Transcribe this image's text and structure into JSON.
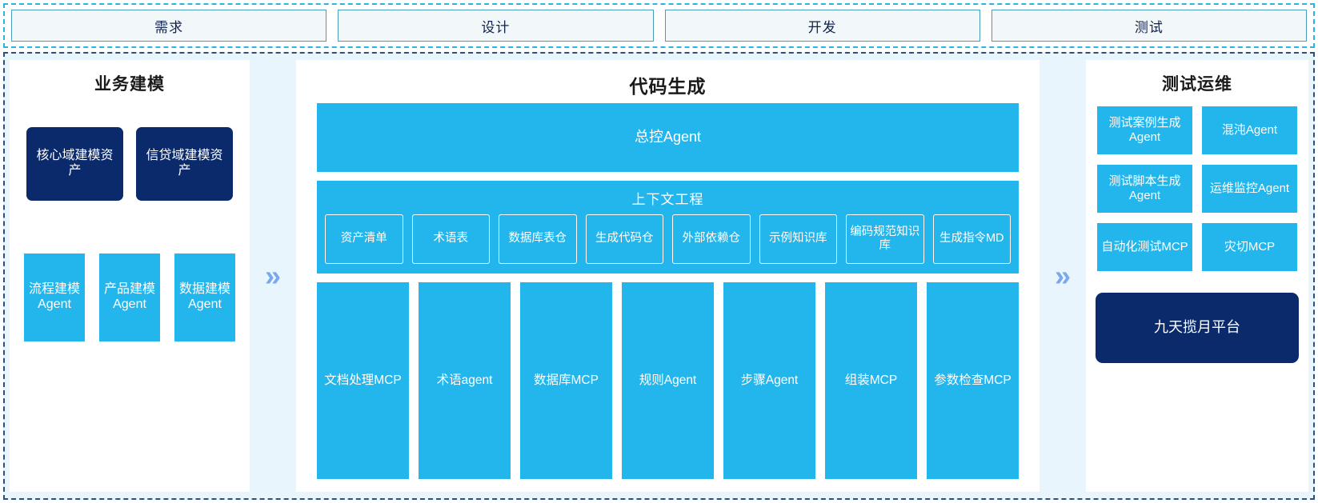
{
  "phase_bar": {
    "phases": [
      {
        "label": "需求"
      },
      {
        "label": "设计"
      },
      {
        "label": "开发"
      },
      {
        "label": "测试"
      }
    ]
  },
  "arrows": {
    "glyph": "»"
  },
  "left_panel": {
    "title": "业务建模",
    "assets": [
      {
        "label": "核心域建模资产"
      },
      {
        "label": "信贷域建模资产"
      }
    ],
    "agents": [
      {
        "label": "流程建模Agent"
      },
      {
        "label": "产品建模Agent"
      },
      {
        "label": "数据建模Agent"
      }
    ]
  },
  "middle_panel": {
    "title": "代码生成",
    "master_agent": "总控Agent",
    "context": {
      "title": "上下文工程",
      "items": [
        {
          "label": "资产清单"
        },
        {
          "label": "术语表"
        },
        {
          "label": "数据库表仓"
        },
        {
          "label": "生成代码仓"
        },
        {
          "label": "外部依赖仓"
        },
        {
          "label": "示例知识库"
        },
        {
          "label": "编码规范知识库"
        },
        {
          "label": "生成指令MD"
        }
      ]
    },
    "tools": [
      {
        "label": "文档处理MCP"
      },
      {
        "label": "术语agent"
      },
      {
        "label": "数据库MCP"
      },
      {
        "label": "规则Agent"
      },
      {
        "label": "步骤Agent"
      },
      {
        "label": "组装MCP"
      },
      {
        "label": "参数检查MCP"
      }
    ]
  },
  "right_panel": {
    "title": "测试运维",
    "cards": [
      {
        "label": "测试案例生成Agent"
      },
      {
        "label": "混沌Agent"
      },
      {
        "label": "测试脚本生成Agent"
      },
      {
        "label": "运维监控Agent"
      },
      {
        "label": "自动化测试MCP"
      },
      {
        "label": "灾切MCP"
      }
    ],
    "platform": "九天揽月平台"
  },
  "colors": {
    "primary_blue": "#23b6ec",
    "navy": "#0b2a6b",
    "background": "#e8f5fd",
    "border_dashed_top": "#29b6e0",
    "border_dashed_main": "#2f4f7a",
    "arrow": "#7aa8ee"
  }
}
